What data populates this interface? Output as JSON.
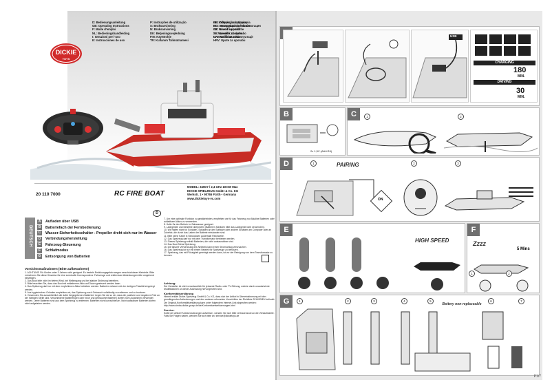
{
  "languages": [
    [
      "D: Bedienungsanleitung",
      "GB: Operating Instructions",
      "F: Mode d'emploi",
      "NL: Bedieningshandleiding",
      "I: Istruzioni per l'uso",
      "E: Instrucciones de uso"
    ],
    [
      "P: Instruções de utilização",
      "S: Bruksanvisning",
      "N: Bruksanvisning",
      "DK: Betjeningsvejledning",
      "FIN: Käyttöohje",
      "TR: Kullanım Talimatnamesi"
    ],
    [
      "GR: Οδηγίες λειτουργίας",
      "BG: Инструкции за експлоатация",
      "CZ: Návod k použití",
      "SK: Návod k obsluhe",
      "H: Kezelési utasítás",
      "HRV: Upute za uporabu"
    ],
    [
      "PL: Instrukcja użytkowania",
      "RO: Instrucţiuni de folosire",
      "SR: Návod na použitie",
      "SI: Navodilo za uporabo",
      "UA: Посібник з експлуатації"
    ]
  ],
  "logo": {
    "brand": "DICKIE",
    "sub": "TOYS",
    "color": "#d12a2a"
  },
  "product": {
    "article_no": "20 110 7000",
    "name": "RC FIRE BOAT",
    "company_lines": [
      "MODEL: 340D7 / 2,4 GHz 10mW Max",
      "DICKIE SPIELZEUG GmbH & Co. KG",
      "Werkstr. 1 • 90765 Fürth • Germany",
      "www.dickietoys-vc.com"
    ]
  },
  "lang_marker": "D",
  "section_label": "DEUTSCH",
  "legend": [
    {
      "key": "A",
      "text": "Aufladen über USB"
    },
    {
      "key": "B",
      "text": "Batteriefach der Fernbedienung"
    },
    {
      "key": "C",
      "text": "Wasser-Sicherheitsschalter - Propeller dreht sich nur im Wasser"
    },
    {
      "key": "D",
      "text": "Verbindungsherstellung"
    },
    {
      "key": "E",
      "text": "Fahrzeug-Steuerung"
    },
    {
      "key": "F",
      "text": "Schlafmodus"
    },
    {
      "key": "G",
      "text": "Entsorgung von Batterien"
    }
  ],
  "warnings_title": "Vorsichtsmaßnahmen (Bitte aufbewahren!)",
  "warnings": [
    "1. ACHTUNG! Für Kinder unter 3 Jahren nicht geeignet. Es besteht Erstickungsgefahr wegen verschluckbarer Kleinteile. Bitte entnehmen Sie diese Hinweise für eine eventuelle Korrespondenz. Fahrzeuge und entfernbare Abdeckungen bitte umgehend beseitigen.",
    "2. Das Boot bitte nicht im tiefem Wind, bei Wellengang und bei starker Strömung betreiben.",
    "3. Bitte beachten Sie, dass das Boot mit entladenem Akku auf Dauer gesteuert werden kann.",
    "4. Das Spielzeug darf nur mit dem empfohlenen Akku betrieben werden. Batterien müssen mit der richtigen Polarität eingelegt werden.",
    "5. Aus hygienischen Gründen empfehlen wir, das Spielzeug nach Gebrauch vollständig zu entleeren und zu trocknen.",
    "6. Verwenden Sie ausschließlich die dafür freigegebenen Batterien! Legen Sie sie so ein, dass die positiven und negativen Pole an der richtigen Stelle sind. Verschiedene Batterietypen oder neue und gebrauchte Batterien dürfen nicht zusammen verwendet werden. Leere Batterien sind aus dem Spielzeug zu entfernen. Batterien nicht kurzschließen. Nicht aufladbare Batterien dürfen nicht aufgeladen werden."
  ],
  "notes": [
    "7. Um eine optimale Funktion zu gewährleisten, empfehlen wir für das Fahrzeug nur Alkaline Batterien oder aufladbare Akkus zu verwenden.",
    "8. Halte für den Betrieb im Salzwasser geeignet.",
    "9. Ladegeräte und Netzteile überprüfen (Batterien Schäden bitte das Ladegerät nicht verwenden).",
    "10. Wir haften nicht für Schäden, Schäden an der Software oder andere Schäden am Computer oder an Zubehör, die durch das Laden der Batterie entstanden sind.",
    "11. Bitte keine Kabel in Steckdosen außerhalb Reichweite.",
    "12. Das Spielzeug darf nur mit dem Transformator betrieben werden.",
    "13. Dieses Spielzeug enthält Batterien, die nicht austauschbar sind.",
    "14. Das Boot Schlaf Spielzeug.",
    "15. Die falsche Verwendung des Netzteils kann einen Stromschlag verursachen.",
    "16. Das Spielzeug ist nur mit einem Netzteil für Spielzeuge zu benutzen.",
    "17. Spielzeug, das mit Flüssigkeit gereinigt werden kann, ist vor der Reinigung von dem Transformator zu trennen."
  ],
  "achtung_title": "Achtung:",
  "achtung_text": "Der Hersteller ist nicht verantwortlich für jedwede Radio- oder TV-Störung, welche durch unautorisierte Modifikationen an dieser Ausrüstung hervorgerufen wird.",
  "conformity_title": "Konformitätserklärung",
  "conformity_text": "Hiermit erklärt Dickie-Spielzeug GmbH & Co. KG, dass sich der Artikel in Übereinstimmung mit den grundlegenden Anforderungen und den anderen relevanten Vorschriften der Richtlinie 2014/53/EU befindet. Die Original-Konformitätserklärung kann unter folgendem Internet-Link abgerufen werden: http://www.simba-dickie-group.de/de/Konformitaetserklaerungen.html",
  "service_title": "Service:",
  "service_text": "Sollte der Artikel Funktionsstörungen aufweisen, wenden Sie sich bitte vertrauensvoll an die Verkaufsstelle. Falls Sie Fragen haben, wenden Sie sich bitte an: service@dickietoys.de",
  "panels": {
    "A": {
      "label": "A",
      "usb": "USB",
      "charging": "CHARGING",
      "charge_time": "180",
      "driving": "DRIVING",
      "drive_time": "30",
      "unit": "MIN."
    },
    "B": {
      "label": "B",
      "battery": "2x 1,5V (AA/LR6)"
    },
    "C": {
      "label": "C",
      "steps": [
        "1",
        "2"
      ]
    },
    "D": {
      "label": "D",
      "pairing": "PAIRING",
      "on": "ON",
      "steps": [
        "1",
        "2",
        "3"
      ]
    },
    "E": {
      "label": "E",
      "high_speed": "HIGH SPEED"
    },
    "F": {
      "label": "F",
      "zzz": "Zzzz",
      "mins": "5 Mins",
      "steps": [
        "1",
        "2"
      ]
    },
    "G": {
      "label": "G",
      "battery_note": "Battery non-replaceable",
      "steps": [
        "1",
        "2",
        "3",
        "4",
        "5",
        "6",
        "7"
      ]
    }
  },
  "page": "P1/7"
}
